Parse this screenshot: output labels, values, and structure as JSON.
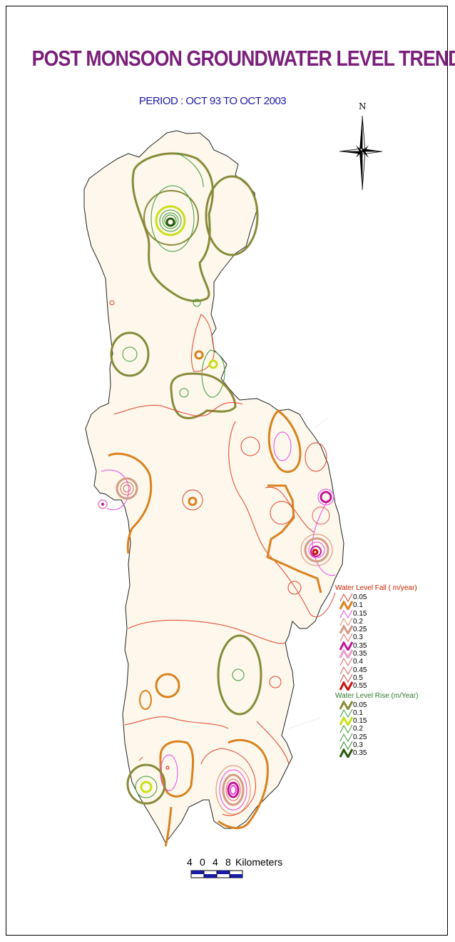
{
  "title": "POST MONSOON GROUNDWATER LEVEL TREND",
  "subtitle": "PERIOD : OCT 93 TO OCT 2003",
  "north_label": "N",
  "legend": {
    "fall_heading": "Water Level Fall ( m/year)",
    "fall_items": [
      {
        "label": "0.05",
        "color": "#e0442a",
        "width": 1
      },
      {
        "label": "0.1",
        "color": "#d9821e",
        "width": 3
      },
      {
        "label": "0.15",
        "color": "#e84ae8",
        "width": 1
      },
      {
        "label": "0.2",
        "color": "#e08a6a",
        "width": 1
      },
      {
        "label": "0.25",
        "color": "#d49a86",
        "width": 3
      },
      {
        "label": "0.3",
        "color": "#d86a5a",
        "width": 1
      },
      {
        "label": "0.35",
        "color": "#c0169a",
        "width": 3
      },
      {
        "label": "0.35",
        "color": "#e8a0c8",
        "width": 3
      },
      {
        "label": "0.4",
        "color": "#e06060",
        "width": 1
      },
      {
        "label": "0.45",
        "color": "#d85a5a",
        "width": 1
      },
      {
        "label": "0.5",
        "color": "#d04a4a",
        "width": 1
      },
      {
        "label": "0.55",
        "color": "#cc1010",
        "width": 3
      }
    ],
    "rise_heading": "Water Level Rise (m/Year)",
    "rise_items": [
      {
        "label": "0.05",
        "color": "#8a8a3a",
        "width": 3
      },
      {
        "label": "0.1",
        "color": "#3a9a3a",
        "width": 1
      },
      {
        "label": "0.15",
        "color": "#c8e01a",
        "width": 3
      },
      {
        "label": "0.2",
        "color": "#3a9a3a",
        "width": 1
      },
      {
        "label": "0.25",
        "color": "#3a9a3a",
        "width": 1
      },
      {
        "label": "0.3",
        "color": "#2a8a2a",
        "width": 1
      },
      {
        "label": "0.35",
        "color": "#2a5a10",
        "width": 3
      }
    ]
  },
  "scale": {
    "ticks": [
      "4",
      "0",
      "4",
      "8"
    ],
    "unit": "Kilometers"
  },
  "colors": {
    "land": "#fdf7ec",
    "title": "#7a1f7a",
    "subtitle": "#1a1aa6"
  }
}
